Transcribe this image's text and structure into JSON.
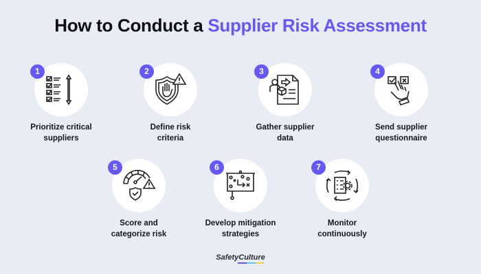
{
  "title": {
    "prefix": "How to Conduct a",
    "accent": "Supplier Risk Assessment"
  },
  "colors": {
    "background": "#e8ecf5",
    "accent": "#6559f5",
    "circle": "#ffffff",
    "text": "#15151c"
  },
  "steps": [
    {
      "number": "1",
      "line1": "Prioritize critical",
      "line2": "suppliers",
      "icon": "checklist-priority-icon"
    },
    {
      "number": "2",
      "line1": "Define risk",
      "line2": "criteria",
      "icon": "shield-hand-warning-icon"
    },
    {
      "number": "3",
      "line1": "Gather supplier",
      "line2": "data",
      "icon": "document-supplier-icon"
    },
    {
      "number": "4",
      "line1": "Send supplier",
      "line2": "questionnaire",
      "icon": "hand-checkbox-icon"
    },
    {
      "number": "5",
      "line1": "Score and",
      "line2": "categorize risk",
      "icon": "gauge-shield-icon"
    },
    {
      "number": "6",
      "line1": "Develop mitigation",
      "line2": "strategies",
      "icon": "strategy-board-icon"
    },
    {
      "number": "7",
      "line1": "Monitor",
      "line2": "continuously",
      "icon": "cycle-monitor-icon"
    }
  ],
  "logo": {
    "text": "SafetyCulture",
    "bar_colors": [
      "#6559f5",
      "#5ec8f2",
      "#f4d34a"
    ]
  }
}
